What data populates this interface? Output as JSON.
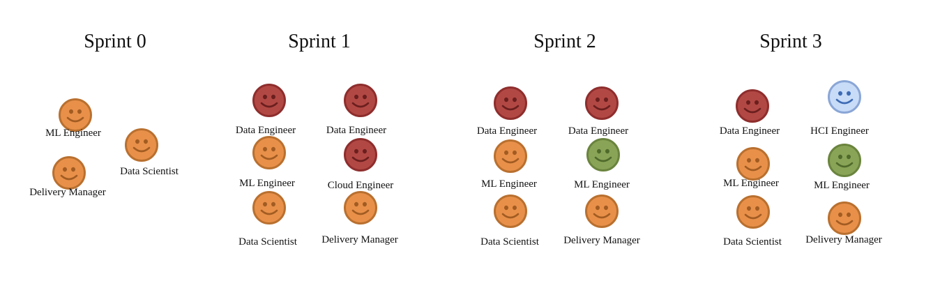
{
  "colors": {
    "orange": {
      "fill": "#e8904a",
      "ring": "#b9702f",
      "feature": "#a25c22"
    },
    "red": {
      "fill": "#b24844",
      "ring": "#8e2e2d",
      "feature": "#6a1f1e"
    },
    "green": {
      "fill": "#8aa457",
      "ring": "#6a843e",
      "feature": "#4f6a2b"
    },
    "blue": {
      "fill": "#c8dcf8",
      "ring": "#8aa6d6",
      "feature": "#3d6bb4"
    }
  },
  "sprints": [
    {
      "title": "Sprint 0",
      "members": [
        {
          "role": "ML Engineer",
          "mood": "orange"
        },
        {
          "role": "Data Scientist",
          "mood": "orange"
        },
        {
          "role": "Delivery Manager",
          "mood": "orange"
        }
      ]
    },
    {
      "title": "Sprint 1",
      "members": [
        {
          "role": "Data Engineer",
          "mood": "red"
        },
        {
          "role": "Data Engineer",
          "mood": "red"
        },
        {
          "role": "ML Engineer",
          "mood": "orange"
        },
        {
          "role": "Cloud Engineer",
          "mood": "red"
        },
        {
          "role": "Data Scientist",
          "mood": "orange"
        },
        {
          "role": "Delivery Manager",
          "mood": "orange"
        }
      ]
    },
    {
      "title": "Sprint 2",
      "members": [
        {
          "role": "Data Engineer",
          "mood": "red"
        },
        {
          "role": "Data Engineer",
          "mood": "red"
        },
        {
          "role": "ML Engineer",
          "mood": "orange"
        },
        {
          "role": "ML Engineer",
          "mood": "green"
        },
        {
          "role": "Data Scientist",
          "mood": "orange"
        },
        {
          "role": "Delivery Manager",
          "mood": "orange"
        }
      ]
    },
    {
      "title": "Sprint 3",
      "members": [
        {
          "role": "Data Engineer",
          "mood": "red"
        },
        {
          "role": "HCI Engineer",
          "mood": "blue"
        },
        {
          "role": "ML Engineer",
          "mood": "orange"
        },
        {
          "role": "ML Engineer",
          "mood": "green"
        },
        {
          "role": "Data Scientist",
          "mood": "orange"
        },
        {
          "role": "Delivery Manager",
          "mood": "orange"
        }
      ]
    }
  ]
}
